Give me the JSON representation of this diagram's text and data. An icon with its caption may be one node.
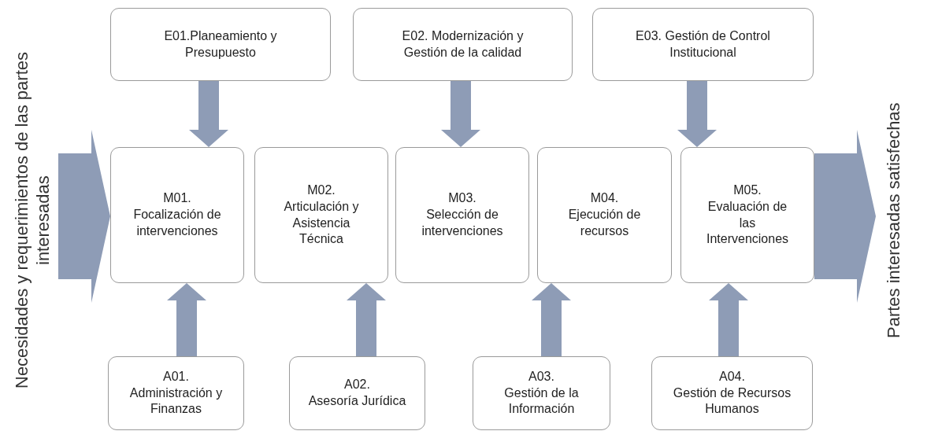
{
  "diagram": {
    "nodes": [
      {
        "text": [
          "E01.Planeamiento y Presupuesto"
        ]
      },
      {
        "text": [
          "E02. Modernización y Gestión de la calidad"
        ]
      },
      {
        "text": [
          "E03. Gestión de Control Institucional"
        ]
      },
      {
        "text": [
          "M01.",
          "Focalización de intervenciones"
        ]
      },
      {
        "text": [
          "M02.",
          "Articulación y Asistencia Técnica"
        ]
      },
      {
        "text": [
          "M03.",
          "Selección de intervenciones"
        ]
      },
      {
        "text": [
          "M04.",
          "Ejecución de recursos"
        ]
      },
      {
        "text": [
          "M05.",
          "Evaluación de las Intervenciones"
        ]
      },
      {
        "text": [
          "A01.",
          "Administración y Finanzas"
        ]
      },
      {
        "text": [
          "A02.",
          "Asesoría Jurídica"
        ]
      },
      {
        "text": [
          "A03.",
          "Gestión de la Información"
        ]
      },
      {
        "text": [
          "A04.",
          "Gestión de Recursos Humanos"
        ]
      },
      {
        "text": [
          "Necesidades y requerimientos de las partes interesadas"
        ]
      },
      {
        "text": [
          "Partes interesadas satisfechas"
        ]
      }
    ],
    "edges": [
      {
        "from": 0,
        "to": 3,
        "arrow": "to"
      },
      {
        "from": 1,
        "to": 5,
        "arrow": "to"
      },
      {
        "from": 2,
        "to": 7,
        "arrow": "to"
      },
      {
        "from": 8,
        "to": 3,
        "arrow": "to"
      },
      {
        "from": 9,
        "to": 4,
        "arrow": "to"
      },
      {
        "from": 10,
        "to": 6,
        "arrow": "to"
      },
      {
        "from": 11,
        "to": 7,
        "arrow": "to"
      },
      {
        "from": 12,
        "to": 3,
        "arrow": "to",
        "style": "thick"
      },
      {
        "from": 7,
        "to": 13,
        "arrow": "to",
        "style": "thick"
      }
    ]
  }
}
